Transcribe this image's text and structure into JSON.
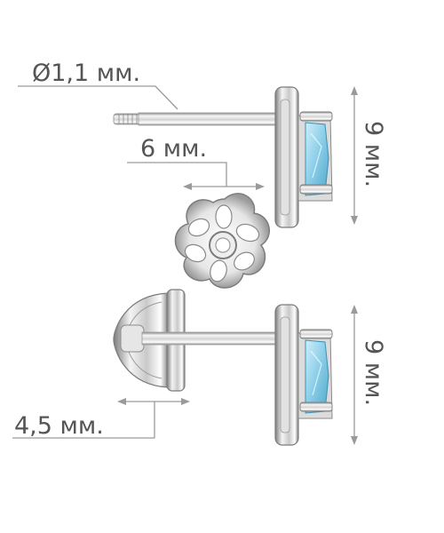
{
  "dimensions": {
    "pin_diameter": "Ø1,1 мм.",
    "pin_length": "6 мм.",
    "height_top": "9 мм.",
    "height_bottom": "9 мм.",
    "clasp_depth": "4,5 мм."
  },
  "colors": {
    "dimension_line": "#9a9a9a",
    "label_text": "#555555",
    "metal_light": "#f4f4f4",
    "metal_mid": "#c9c9c9",
    "metal_dark": "#7c7c7c",
    "gem_light": "#cfeef8",
    "gem_mid": "#8fd0ea",
    "gem_dark": "#4ea7c8"
  }
}
